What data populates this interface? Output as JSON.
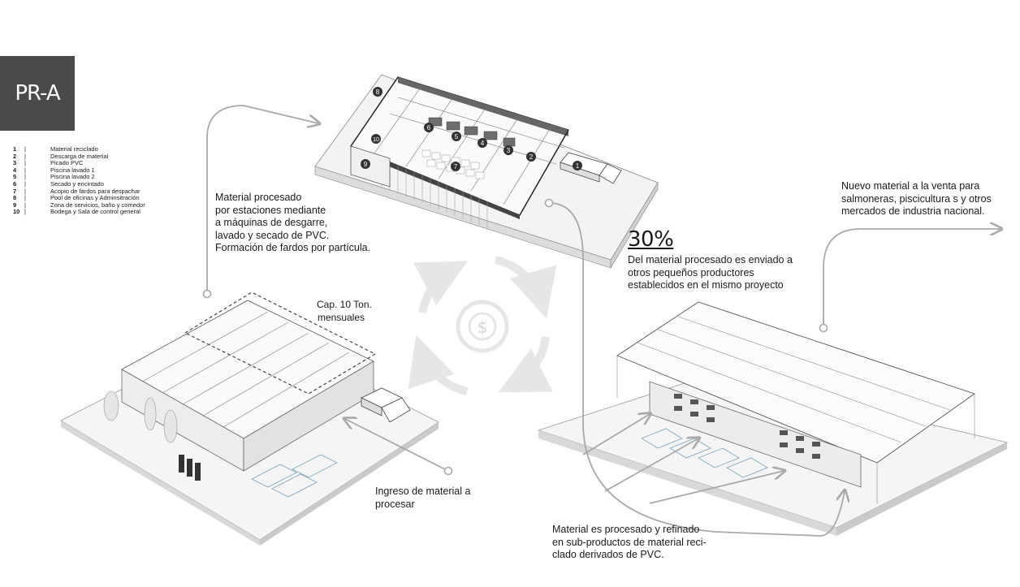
{
  "badge": "PR-A",
  "legend": [
    {
      "n": "1",
      "label": "Material reciclado"
    },
    {
      "n": "2",
      "label": "Descarga de material"
    },
    {
      "n": "3",
      "label": "Picado PVC"
    },
    {
      "n": "4",
      "label": "Piscina lavado 1"
    },
    {
      "n": "5",
      "label": "Piscina lavado 2"
    },
    {
      "n": "6",
      "label": "Secado y encintado"
    },
    {
      "n": "7",
      "label": "Acopio de fardos para despachar"
    },
    {
      "n": "8",
      "label": "Pool de oficinas y Adminsitración"
    },
    {
      "n": "9",
      "label": "Zona de servicios, baño y comedor"
    },
    {
      "n": "10",
      "label": "Bodega y Sala de control general"
    }
  ],
  "plan_numbers": [
    "1",
    "2",
    "3",
    "4",
    "5",
    "6",
    "7",
    "8",
    "9",
    "10"
  ],
  "notes": {
    "processed": [
      "Material procesado",
      "por estaciones mediante",
      "a máquinas de desgarre,",
      "lavado y secado de PVC.",
      "Formación de fardos por partícula."
    ],
    "capacity": [
      "Cap. 10 Ton.",
      "mensuales"
    ],
    "intake": [
      "Ingreso de material a",
      "procesar"
    ],
    "percent": "30%",
    "percent_text": [
      "Del material procesado es enviado a",
      "otros pequeños productores",
      "establecidos en el mismo proyecto"
    ],
    "new_material": [
      "Nuevo material a la venta para",
      "salmoneras, piscicultura s y otros",
      "mercados de industria nacional."
    ],
    "refined": [
      "Material es procesado y refinado",
      "en sub-productos de material reci-",
      "clado derivados de PVC."
    ]
  },
  "colors": {
    "badge_bg": "#4a4a4a",
    "arrow": "#a9a9a9",
    "ink": "#1a1a1a",
    "cycle": "#e6e6e6"
  }
}
